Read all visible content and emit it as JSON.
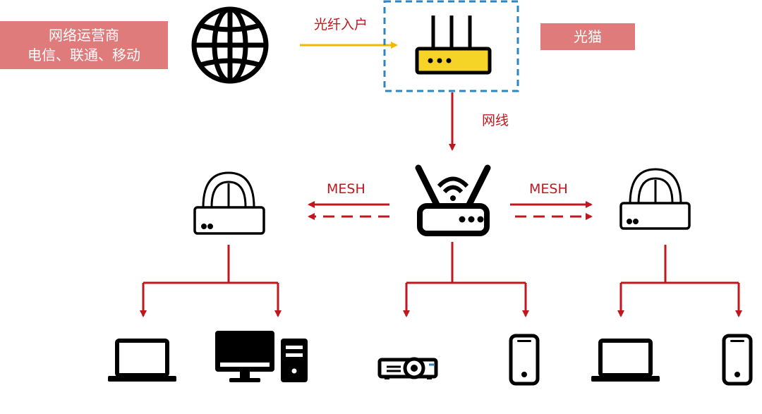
{
  "isp": {
    "line1": "网络运营商",
    "line2": "电信、联通、移动"
  },
  "modem": {
    "label": "光猫"
  },
  "links": {
    "fiber": "光纤入户",
    "ethernet": "网线",
    "mesh_left": "MESH",
    "mesh_right": "MESH"
  },
  "colors": {
    "accent_red": "#c0171e",
    "label_bg": "#df7b7b",
    "fiber_yellow": "#f5b800",
    "modem_yellow": "#f5d327",
    "dashed_blue": "#2e86c1",
    "icon_black": "#000000"
  },
  "icons": [
    "globe-icon",
    "modem-icon",
    "main-router-icon",
    "mesh-node-icon",
    "laptop-icon",
    "desktop-pc-icon",
    "projector-icon",
    "smartphone-icon"
  ]
}
